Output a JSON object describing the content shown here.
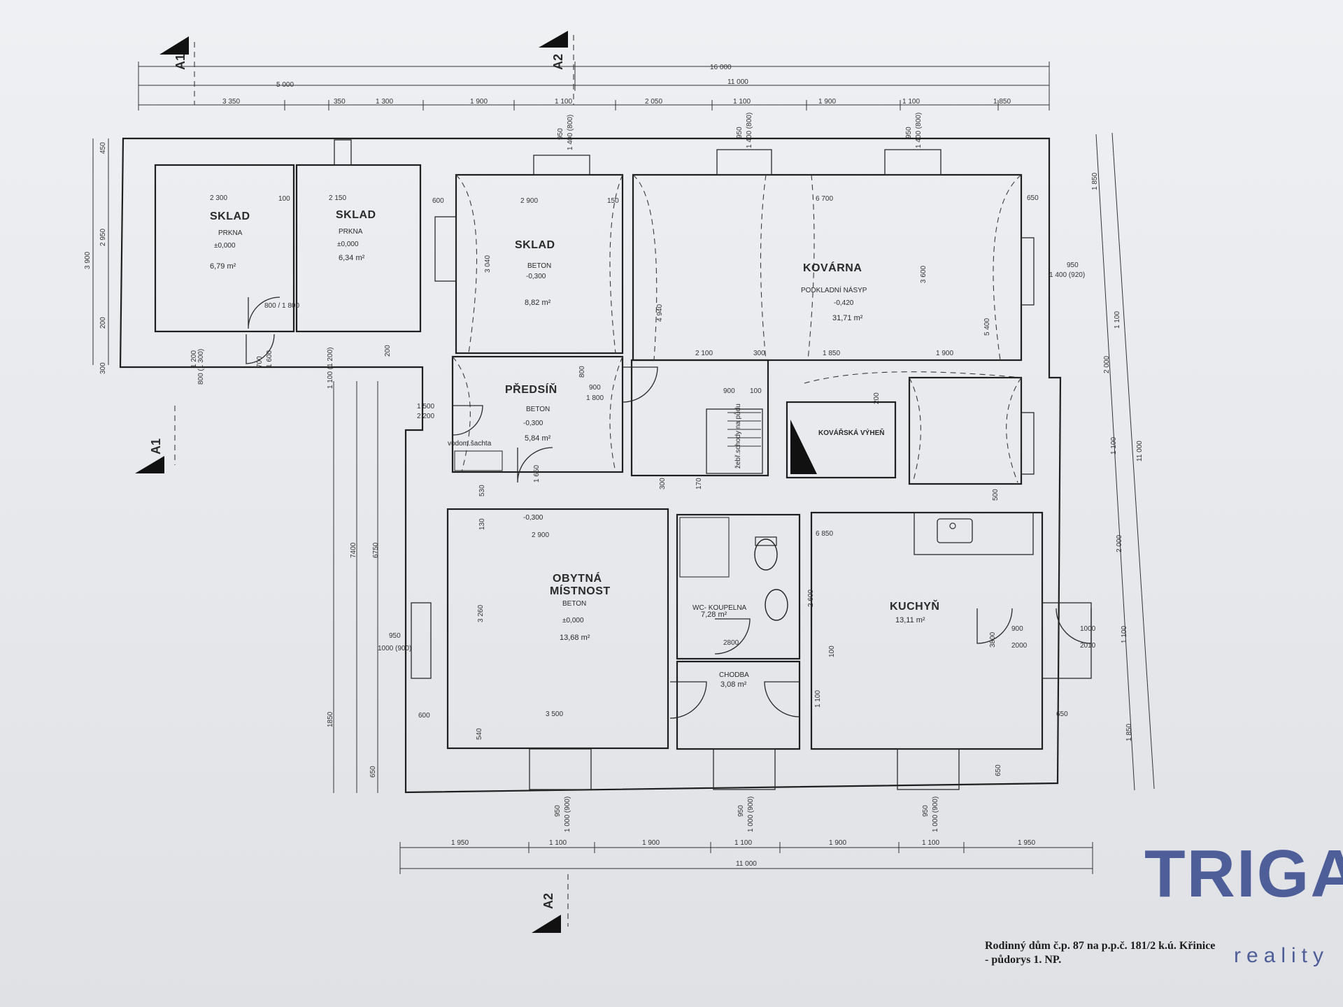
{
  "rooms": {
    "sklad1": {
      "name": "SKLAD",
      "floor": "PRKNA",
      "level": "±0,000",
      "area": "6,79 m²"
    },
    "sklad2": {
      "name": "SKLAD",
      "floor": "PRKNA",
      "level": "±0,000",
      "area": "6,34 m²"
    },
    "sklad3": {
      "name": "SKLAD",
      "floor": "BETON",
      "level": "-0,300",
      "area": "8,82 m²"
    },
    "kovarna": {
      "name": "KOVÁRNA",
      "floor": "PODKLADNÍ NÁSYP",
      "level": "-0,420",
      "area": "31,71 m²"
    },
    "predsin": {
      "name": "PŘEDSÍŇ",
      "floor": "BETON",
      "level": "-0,300",
      "area": "5,84 m²"
    },
    "vyhen": {
      "name": "KOVÁŘSKÁ VÝHEŇ"
    },
    "obytna": {
      "name1": "OBYTNÁ",
      "name2": "MÍSTNOST",
      "floor": "BETON",
      "level": "±0,000",
      "area": "13,68 m²"
    },
    "wc": {
      "name": "WC- KOUPELNA",
      "area": "7,28 m²"
    },
    "chodba": {
      "name": "CHODBA",
      "area": "3,08 m²"
    },
    "kuchyn": {
      "name": "KUCHYŇ",
      "area": "13,11 m²"
    }
  },
  "notes": {
    "sachta": "vodom.šachta",
    "schody": "žebř.schody na půdu",
    "level_predsin_low": "-0,300"
  },
  "sections": {
    "a1": "A1",
    "a2": "A2"
  },
  "dims": {
    "top_total": "16 000",
    "top_left": "5 000",
    "top_right": "11 000",
    "top_chain": [
      "3 350",
      "350",
      "1 300",
      "1 900",
      "1 100",
      "2 050",
      "1 100",
      "1 900",
      "1 100",
      "1 850"
    ],
    "bottom_chain": [
      "1 950",
      "1 100",
      "1 900",
      "1 100",
      "1 900",
      "1 100",
      "1 950"
    ],
    "bottom_total": "11 000",
    "left_chain": [
      "450",
      "2 950",
      "200",
      "300"
    ],
    "left_total": "3 900",
    "left_lower": [
      "7400",
      "6750",
      "1850",
      "650"
    ],
    "right_chain": [
      "1 850",
      "1 100",
      "2 000",
      "1 100",
      "2 000",
      "1 100",
      "1 850"
    ],
    "right_total": "11 000",
    "window_top": [
      "950",
      "1 400 (800)"
    ],
    "window_bottom": [
      "950",
      "1 000 (900)"
    ],
    "window_right": [
      "950",
      "1 400 (920)"
    ],
    "inner": {
      "d2900a": "2 900",
      "d2900b": "2 900",
      "d2300": "2 300",
      "d2150": "2 150",
      "d6700": "6 700",
      "d6850": "6 850",
      "d150": "150",
      "d650": "650",
      "d600": "600",
      "d100": "100",
      "d3040": "3 040",
      "d4940": "4 940",
      "d3600": "3 600",
      "d5400": "5 400",
      "d2100": "2 100",
      "d300": "300",
      "d1850": "1 850",
      "d1900": "1 900",
      "d900": "900",
      "d1800": "1 800",
      "d800": "800",
      "d1500": "1 500",
      "d2200": "2 200",
      "d3260": "3 260",
      "d3500": "3 500",
      "d2600": "2 600",
      "d2800": "2800",
      "d3800": "3800",
      "d1000": "1000",
      "d2000": "2000",
      "d2010": "2010",
      "d950": "950",
      "d1000_900": "1000 (900)",
      "d540": "540",
      "d530": "530",
      "d130": "130",
      "d170": "170",
      "d1100": "1 100",
      "d500": "500",
      "d200": "200",
      "d800_1300": "800 (1 300)",
      "d1100_1200": "1 100 (1 200)",
      "d1200": "1 200",
      "d700": "700",
      "d1600": "1 600",
      "d800_1800": "800 / 1 800",
      "d1650": "1 650"
    }
  },
  "caption": {
    "line1": "Rodinný dům č.p. 87 na p.p.č. 181/2 k.ú. Křinice",
    "line2": "- půdorys 1. NP."
  },
  "logo": {
    "mark": "TRIGA",
    "sub": "reality",
    "color": "#4e5e98"
  }
}
